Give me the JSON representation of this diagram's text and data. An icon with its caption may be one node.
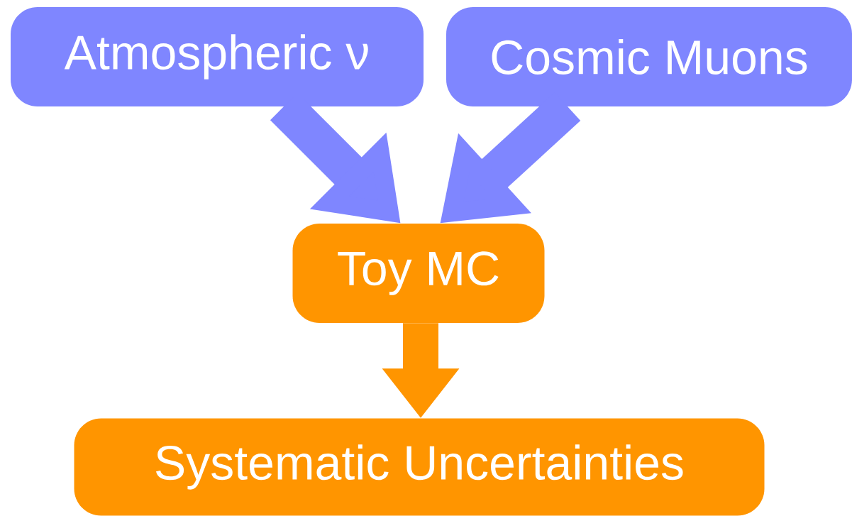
{
  "diagram": {
    "nodes": [
      {
        "text": [
          "Atmospheric ν"
        ]
      },
      {
        "text": [
          "Cosmic Muons"
        ]
      },
      {
        "text": [
          "Toy MC"
        ]
      },
      {
        "text": [
          "Systematic Uncertainties"
        ]
      }
    ],
    "edges": [
      {
        "from": 0,
        "to": 2,
        "arrow": "to"
      },
      {
        "from": 1,
        "to": 2,
        "arrow": "to"
      },
      {
        "from": 2,
        "to": 3,
        "arrow": "to",
        "color": "#ff9500"
      }
    ]
  }
}
